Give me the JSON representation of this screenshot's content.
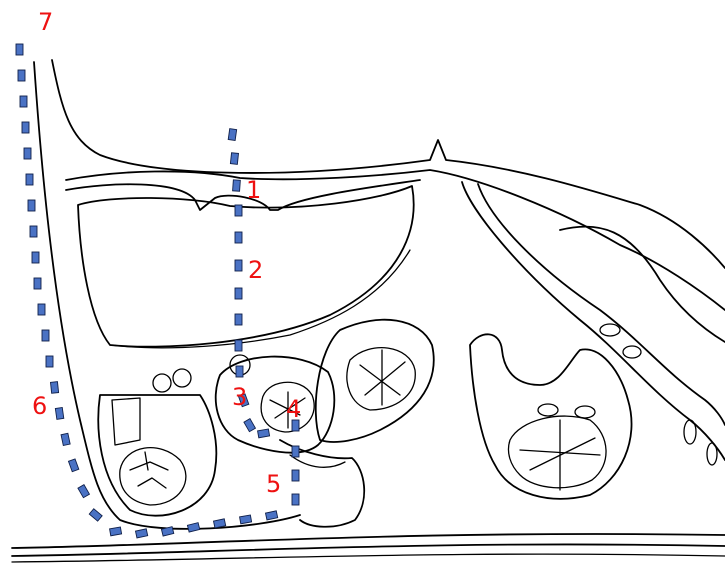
{
  "labels": [
    {
      "id": "1",
      "text": "1"
    },
    {
      "id": "2",
      "text": "2"
    },
    {
      "id": "3",
      "text": "3"
    },
    {
      "id": "4",
      "text": "4"
    },
    {
      "id": "5",
      "text": "5"
    },
    {
      "id": "6",
      "text": "6"
    },
    {
      "id": "7",
      "text": "7"
    }
  ],
  "colors": {
    "label_text": "#ee1111",
    "cut_line_fill": "#4a72c4",
    "cut_line_edge": "#10204a",
    "outline": "#000000",
    "background": "#ffffff"
  }
}
